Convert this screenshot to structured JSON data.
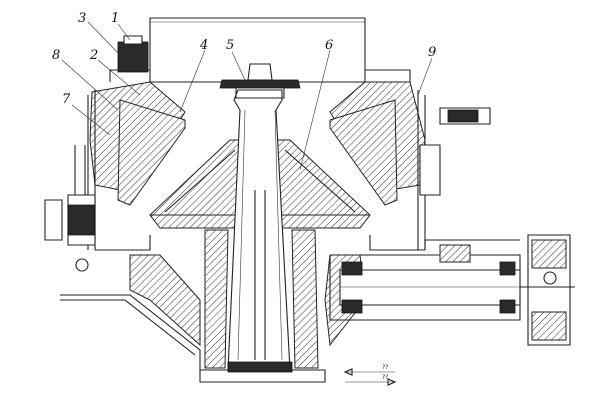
{
  "figure": {
    "labels": [
      "1",
      "2",
      "3",
      "4",
      "5",
      "6",
      "7",
      "8",
      "9"
    ],
    "flow_marks": [
      "??",
      "??"
    ]
  }
}
